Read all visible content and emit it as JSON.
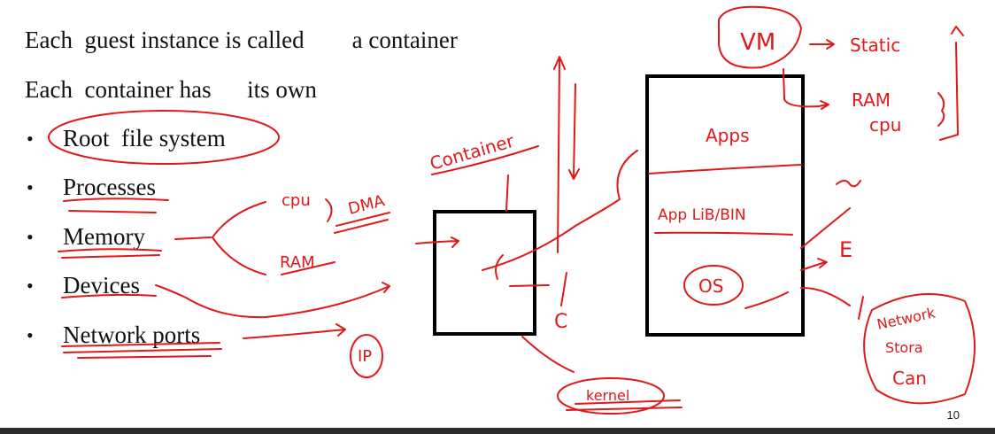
{
  "slide": {
    "line1": "Each  guest instance is called        a container",
    "line2": "Each  container has      its own",
    "bullet_glyph": "•",
    "bullets": [
      "Root  file system",
      "Processes",
      "Memory",
      "Devices",
      "Network ports"
    ],
    "page_number": "10"
  },
  "annotations": {
    "container": "Container",
    "cpu": "cpu",
    "ram": "RAM",
    "dma": "DMA",
    "ip": "IP",
    "c": "C",
    "kernel": "kernel",
    "vm": "VM",
    "static": "Static",
    "vm_ram": "RAM",
    "vm_cpu": "cpu",
    "apps": "Apps",
    "app_lib": "App LiB/BIN",
    "os": "OS",
    "e": "E",
    "network": "Network",
    "storage": "Stora",
    "can": "Can"
  },
  "colors": {
    "ink": "#e0191a",
    "text": "#111111",
    "box": "#000000",
    "bar": "#2b2b2b"
  }
}
